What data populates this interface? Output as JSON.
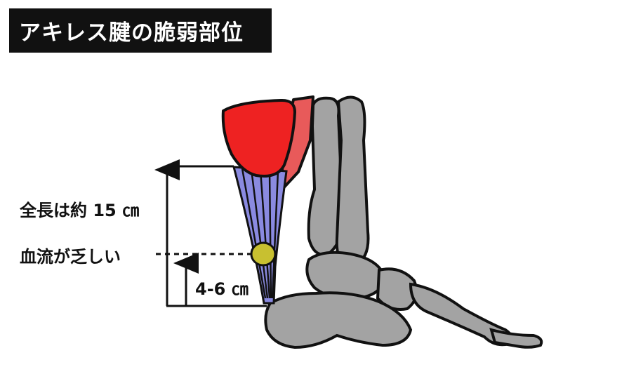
{
  "title": "アキレス腱の脆弱部位",
  "labels": {
    "total_length": "全長は約 15 ㎝",
    "poor_blood_flow": "血流が乏しい",
    "weak_zone_height": "4-6 ㎝"
  },
  "colors": {
    "muscle": "#ee2222",
    "muscle_back": "#e85a5a",
    "tendon": "#8a8ae0",
    "bone": "#a3a3a3",
    "weak_spot": "#c8c030",
    "title_bg": "#111111"
  }
}
